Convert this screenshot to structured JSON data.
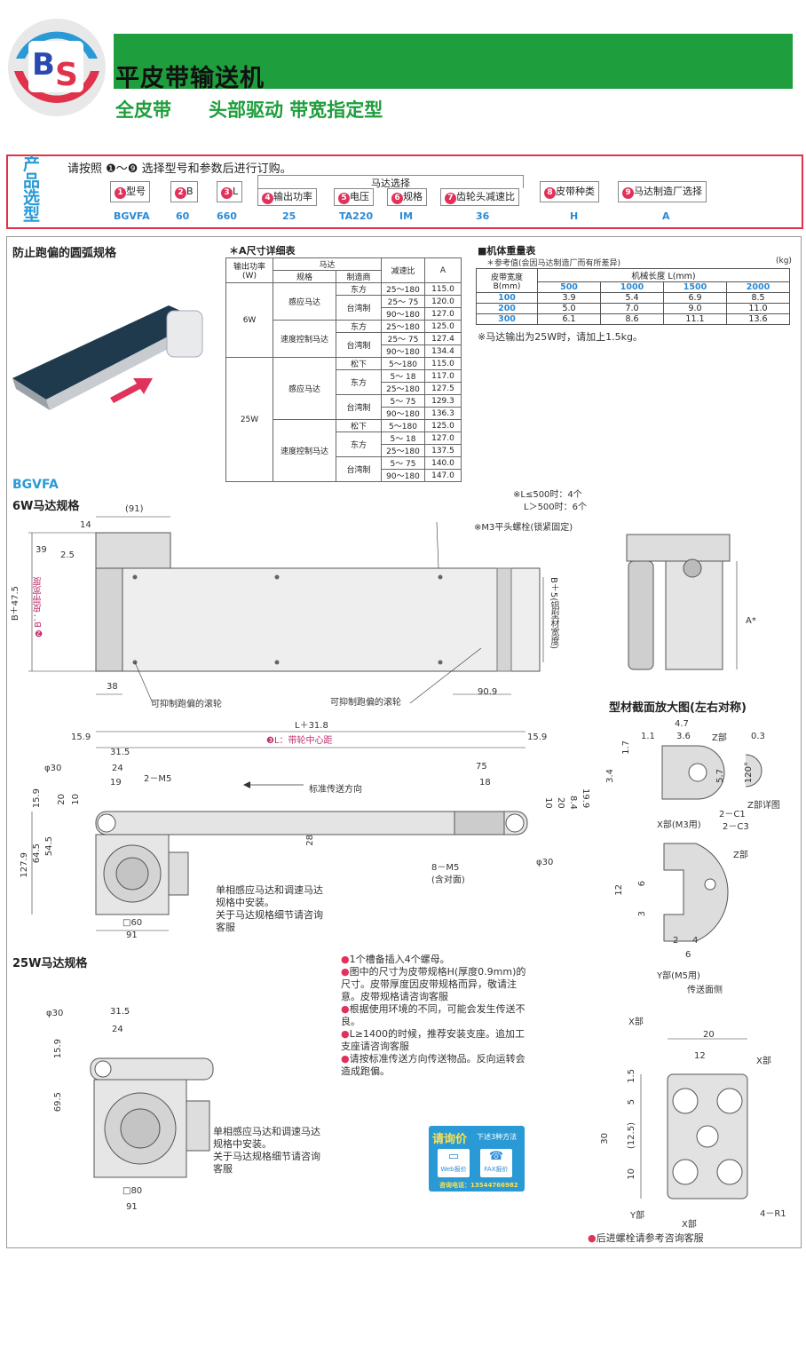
{
  "header": {
    "title": "平皮带输送机",
    "subtitle": "全皮带　　头部驱动  带宽指定型"
  },
  "selection": {
    "side_label": "产品选型",
    "instruction": "请按照 ❶～❾ 选择型号和参数后进行订购。",
    "motor_group": "马达选择",
    "boxes": [
      {
        "n": "1",
        "label": "型号"
      },
      {
        "n": "2",
        "label": "B"
      },
      {
        "n": "3",
        "label": "L"
      },
      {
        "n": "4",
        "label": "输出功率"
      },
      {
        "n": "5",
        "label": "电压"
      },
      {
        "n": "6",
        "label": "规格"
      },
      {
        "n": "7",
        "label": "齿轮头减速比"
      },
      {
        "n": "8",
        "label": "皮带种类"
      },
      {
        "n": "9",
        "label": "马达制造厂选择"
      }
    ],
    "codes": [
      "BGVFA",
      "60",
      "660",
      "25",
      "TA220",
      "IM",
      "36",
      "H",
      "A"
    ]
  },
  "left": {
    "title": "防止跑偏的圆弧规格"
  },
  "dim_table": {
    "title": "＊A尺寸详细表",
    "headers": [
      "输出功率(W)",
      "马达",
      "规格",
      "制造商",
      "减速比",
      "A"
    ],
    "rows": [
      [
        "6W",
        "感应马达",
        "东方",
        "25～180",
        "115.0"
      ],
      [
        "",
        "",
        "台湾制",
        "25～ 75",
        "120.0"
      ],
      [
        "",
        "",
        "",
        "90～180",
        "127.0"
      ],
      [
        "",
        "速度控制马达",
        "东方",
        "25～180",
        "125.0"
      ],
      [
        "",
        "",
        "台湾制",
        "25～ 75",
        "127.4"
      ],
      [
        "",
        "",
        "",
        "90～180",
        "134.4"
      ],
      [
        "25W",
        "感应马达",
        "松下",
        "5～180",
        "115.0"
      ],
      [
        "",
        "",
        "东方",
        "5～ 18",
        "117.0"
      ],
      [
        "",
        "",
        "",
        "25～180",
        "127.5"
      ],
      [
        "",
        "",
        "台湾制",
        "5～ 75",
        "129.3"
      ],
      [
        "",
        "",
        "",
        "90～180",
        "136.3"
      ],
      [
        "",
        "速度控制马达",
        "松下",
        "5～180",
        "125.0"
      ],
      [
        "",
        "",
        "东方",
        "5～ 18",
        "127.0"
      ],
      [
        "",
        "",
        "",
        "25～180",
        "137.5"
      ],
      [
        "",
        "",
        "台湾制",
        "5～ 75",
        "140.0"
      ],
      [
        "",
        "",
        "",
        "90～180",
        "147.0"
      ]
    ]
  },
  "weight_table": {
    "title": "■机体重量表",
    "note": "＊参考值(会因马达制造厂而有所差异)",
    "unit": "(kg)",
    "col_head": "皮带宽度 B(mm)",
    "len_head": "机械长度 L(mm)",
    "lengths": [
      "500",
      "1000",
      "1500",
      "2000"
    ],
    "rows": [
      {
        "b": "100",
        "v": [
          "3.9",
          "5.4",
          "6.9",
          "8.5"
        ]
      },
      {
        "b": "200",
        "v": [
          "5.0",
          "7.0",
          "9.0",
          "11.0"
        ]
      },
      {
        "b": "300",
        "v": [
          "6.1",
          "8.6",
          "11.1",
          "13.6"
        ]
      }
    ],
    "footnote": "※马达输出为25W时，请加上1.5kg。"
  },
  "drawing": {
    "series": "BGVFA",
    "spec_6w": "6W马达规格",
    "spec_25w": "25W马达规格",
    "bolt_note1": "※L≤500时：4个",
    "bolt_note2": "L＞500时：6个",
    "bolt_note3": "※M3平头螺栓(锁紧固定)",
    "roller1": "可抑制跑偏的滚轮",
    "roller2": "可抑制跑偏的滚轮",
    "section_title": "型材截面放大图(左右对称)",
    "dims": {
      "d91": "(91)",
      "d14": "14",
      "d39": "39",
      "d25": "2.5",
      "b475": "B＋47.5",
      "bwidth": "❷B：皮带宽度",
      "b5": "B＋5(铝型材宽度)",
      "d38": "38",
      "d909": "90.9",
      "astar": "A*",
      "l318": "L＋31.8",
      "lcenter": "❸L：带轮中心距",
      "d159": "15.9",
      "d315": "31.5",
      "d24": "24",
      "d19": "19",
      "m5": "2－M5",
      "dir": "标准传送方向",
      "d75": "75",
      "d18": "18",
      "d199": "19.9",
      "d20": "20",
      "d10": "10",
      "d84": "8.4",
      "d28": "28",
      "d1279": "127.9",
      "d645": "64.5",
      "d545": "54.5",
      "phi30": "φ30",
      "m5b": "8－M5",
      "m5c": "(含对面)",
      "sq60": "□60",
      "d91b": "91",
      "sq80": "□80",
      "d695": "69.5",
      "d47": "4.7",
      "d11": "1.1",
      "d36": "3.6",
      "d17": "1.7",
      "d34": "3.4",
      "d57": "5.7",
      "zpart": "Z部",
      "d03": "0.3",
      "d120": "120°",
      "zdetail": "Z部详图",
      "c1": "2－C1",
      "xpart": "X部(M3用)",
      "c3": "2－C3",
      "d12": "12",
      "d6": "6",
      "d3": "3",
      "d2": "2",
      "d4": "4",
      "ypart": "Y部(M5用)",
      "side": "传送面侧",
      "xlbl": "X部",
      "d20b": "20",
      "d12b": "12",
      "d15": "1.5",
      "d5": "5",
      "d125": "(12.5)",
      "d30": "30",
      "ylbl": "Y部",
      "r1": "4－R1"
    }
  },
  "notes_6w": [
    "单相感应马达和调速马达",
    "规格中安装。",
    "关于马达规格细节请咨询",
    "客服"
  ],
  "notes_25w": [
    "单相感应马达和调速马达",
    "规格中安装。",
    "关于马达规格细节请咨询",
    "客服"
  ],
  "tips": [
    "1个槽备插入4个螺母。",
    "图中的尺寸为皮带规格H(厚度0.9mm)的尺寸。皮带厚度因皮带规格而异，敬请注意。皮带规格请咨询客服",
    "根据使用环境的不同，可能会发生传送不良。",
    "L≥1400的时候，推荐安装支座。追加工支座请咨询客服",
    "请按标准传送方向传送物品。反向运转会造成跑偏。"
  ],
  "cta": {
    "title": "请询价",
    "sub": "下述3种方法",
    "web": "Web报价",
    "fax": "FAX报价",
    "tel": "咨询电话：13544766982"
  },
  "footer_note": "后进螺栓请参考咨询客服",
  "colors": {
    "green": "#1e9e3c",
    "red": "#e0324a",
    "blue": "#2a9ad6",
    "pink": "#e0325a"
  }
}
